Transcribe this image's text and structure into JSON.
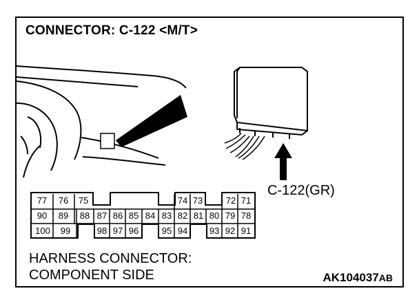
{
  "title": "CONNECTOR: C-122 <M/T>",
  "callout_label": "C-122(GR)",
  "caption_line1": "HARNESS CONNECTOR:",
  "caption_line2": "COMPONENT SIDE",
  "figure_code_main": "AK104037",
  "figure_code_suffix": "AB",
  "pins": {
    "row1": [
      "77",
      "76",
      "75",
      "74",
      "73",
      "72",
      "71"
    ],
    "row2": [
      "90",
      "89",
      "88",
      "87",
      "86",
      "85",
      "84",
      "83",
      "82",
      "81",
      "80",
      "79",
      "78"
    ],
    "row3": [
      "100",
      "99",
      "98",
      "97",
      "96",
      "95",
      "94",
      "93",
      "92",
      "91"
    ]
  }
}
